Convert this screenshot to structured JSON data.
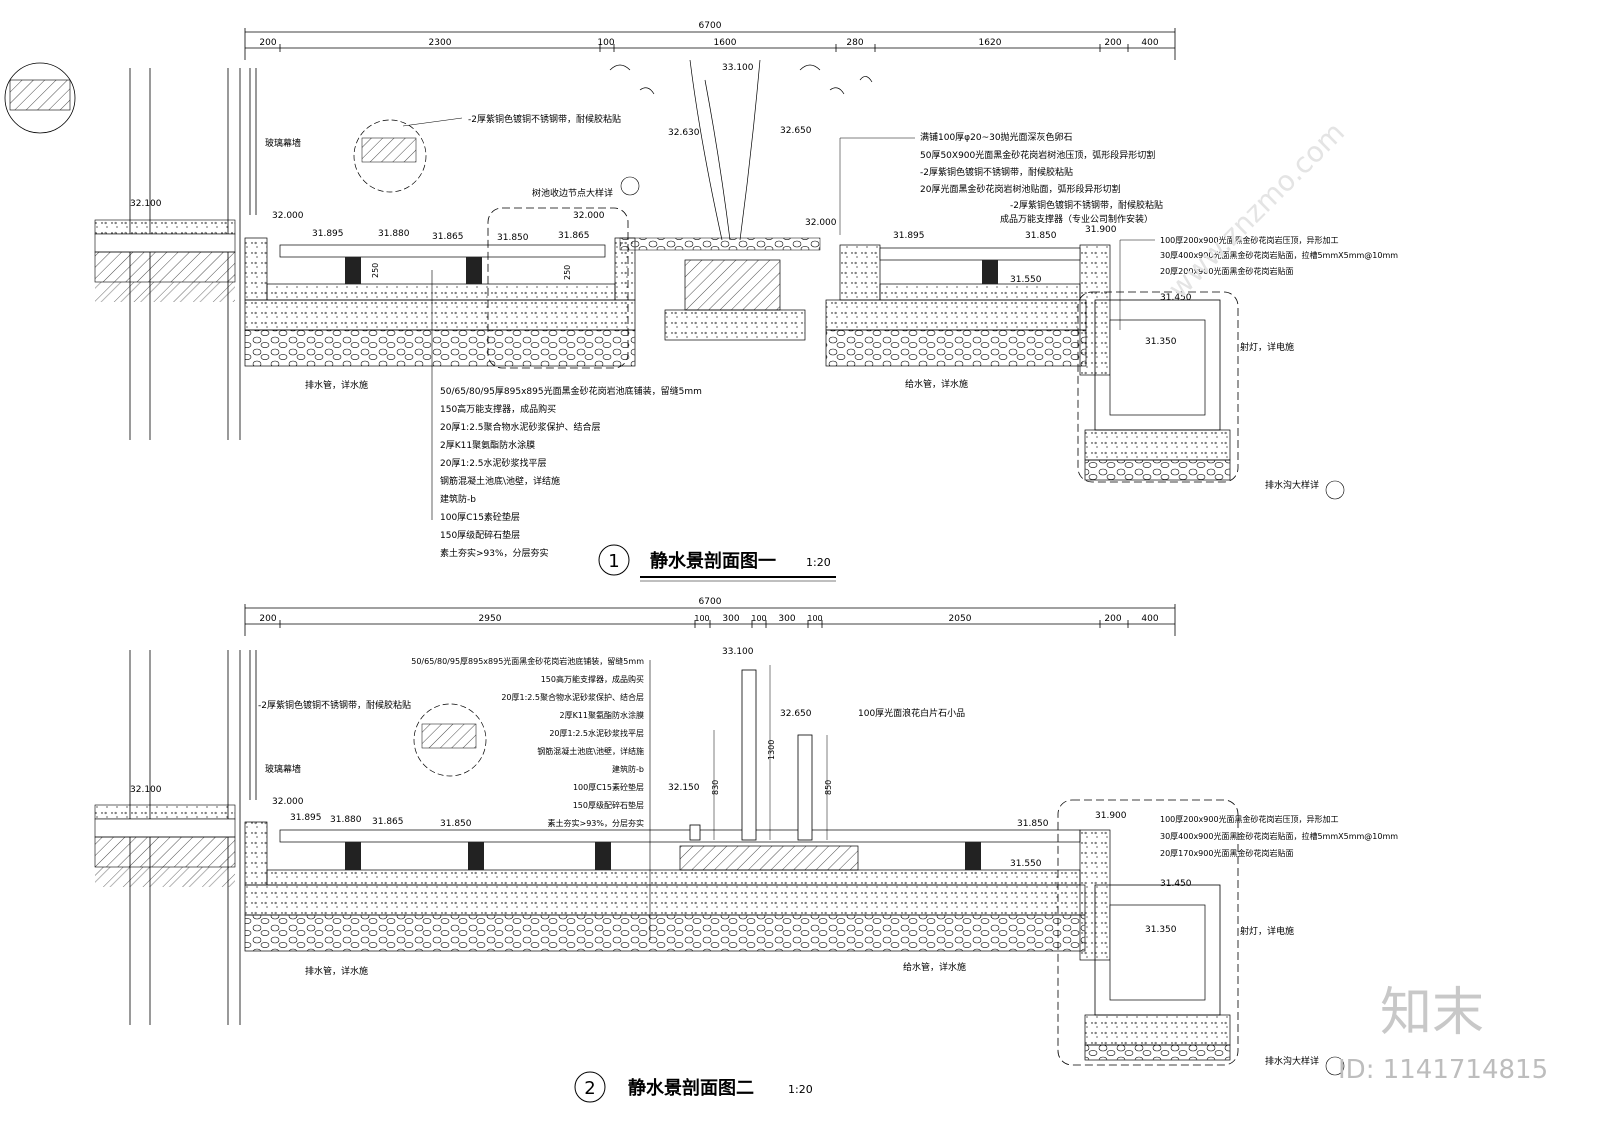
{
  "sections": [
    {
      "num": "1",
      "title": "静水景剖面图一",
      "scale": "1:20",
      "overall": "6700",
      "dims": [
        "200",
        "2300",
        "100",
        "1600",
        "280",
        "1620",
        "200",
        "400"
      ],
      "levels": {
        "wall": "32.100",
        "edge": "32.000",
        "l1": "31.895",
        "l2": "31.880",
        "l3": "31.865",
        "l4": "31.850",
        "l5": "31.865",
        "tree_pool": "32.000",
        "tree_top": "33.100",
        "post": "32.630",
        "tree_edge": "32.650",
        "tree_in": "32.000",
        "r1": "31.895",
        "r2": "31.850",
        "r3": "31.900",
        "water": "31.550",
        "drain_top": "31.450",
        "drain_in": "31.350"
      },
      "notes_left": [
        "-2厚紫铜色镀铜不锈钢带，耐候胶粘贴",
        "玻璃幕墙",
        "树池收边节点大样详"
      ],
      "notes_right": [
        "满铺100厚φ20~30抛光面深灰色卵石",
        "50厚50X900光面黑金砂花岗岩树池压顶，弧形段异形切割",
        "-2厚紫铜色镀铜不锈钢带，耐候胶粘贴",
        "20厚光面黑金砂花岗岩树池贴面，弧形段异形切割",
        "-2厚紫铜色镀铜不锈钢带，耐候胶粘贴",
        "成品万能支撑器（专业公司制作安装）",
        "100厚200x900光面黑金砂花岗岩压顶，异形加工",
        "30厚400x900光面黑金砂花岗岩贴面，拉槽5mmX5mm@10mm",
        "20厚200x900光面黑金砂花岗岩贴面"
      ],
      "layers": [
        "50/65/80/95厚895x895光面黑金砂花岗岩池底铺装，留缝5mm",
        "150高万能支撑器，成品购买",
        "20厚1:2.5聚合物水泥砂浆保护、结合层",
        "2厚K11聚氨酯防水涂膜",
        "20厚1:2.5水泥砂浆找平层",
        "钢筋混凝土池底\\池壁，详结施",
        "建筑防-b",
        "100厚C15素砼垫层",
        "150厚级配碎石垫层",
        "素土夯实>93%，分层夯实"
      ],
      "misc": {
        "drain_pipe": "排水管，详水施",
        "supply_pipe": "给水管，详水施",
        "spotlight": "射灯，详电施",
        "trench": "排水沟大样详",
        "h250a": "250",
        "h250b": "250"
      }
    },
    {
      "num": "2",
      "title": "静水景剖面图二",
      "scale": "1:20",
      "overall": "6700",
      "dims": [
        "200",
        "2950",
        "100",
        "300",
        "100",
        "300",
        "100",
        "2050",
        "200",
        "400"
      ],
      "levels": {
        "wall": "32.100",
        "edge": "32.000",
        "l1": "31.895",
        "l2": "31.880",
        "l3": "31.865",
        "l4": "31.850",
        "stone_top": "33.100",
        "stone_mid": "32.650",
        "stone_low": "32.150",
        "r2": "31.850",
        "r3": "31.900",
        "water": "31.550",
        "drain_top": "31.450",
        "drain_in": "31.350"
      },
      "notes_left": [
        "-2厚紫铜色镀铜不锈钢带，耐候胶粘贴",
        "玻璃幕墙"
      ],
      "notes_right": [
        "100厚光面浪花白片石小品",
        "100厚200x900光面黑金砂花岗岩压顶，异形加工",
        "30厚400x900光面黑金砂花岗岩贴面，拉槽5mmX5mm@10mm",
        "20厚170x900光面黑金砂花岗岩贴面"
      ],
      "heights": [
        "830",
        "1300",
        "850"
      ],
      "misc": {
        "drain_pipe": "排水管，详水施",
        "supply_pipe": "给水管，详水施",
        "spotlight": "射灯，详电施",
        "trench": "排水沟大样详"
      }
    }
  ],
  "watermark": {
    "logo": "知末",
    "id": "ID: 1141714815",
    "site": "www.znzmo.com"
  }
}
